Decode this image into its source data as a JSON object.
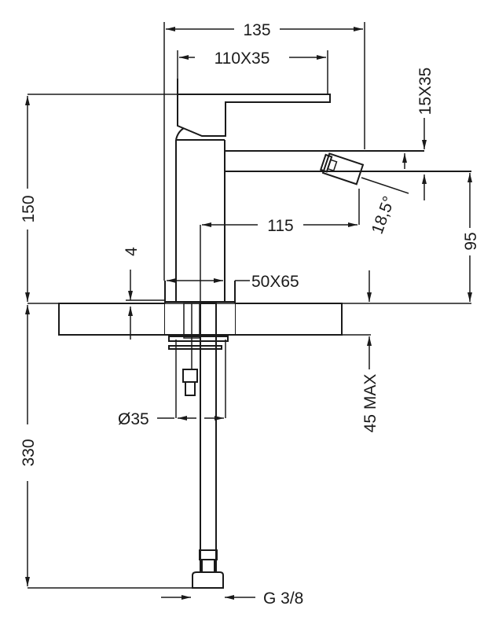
{
  "drawing": {
    "title": "Bidet mixer technical drawing",
    "dimensions": {
      "overall_width": "135",
      "handle": "110X35",
      "spout_section": "15X35",
      "height": "150",
      "spout_height": "95",
      "spout_angle": "18,5°",
      "spout_reach": "115",
      "plate_thickness": "4",
      "base": "50X65",
      "max_countertop": "45 MAX",
      "hole_diameter": "Ø35",
      "hose_length": "330",
      "connection": "G 3/8"
    },
    "colors": {
      "line": "#1a1a1a",
      "background": "#ffffff"
    }
  }
}
